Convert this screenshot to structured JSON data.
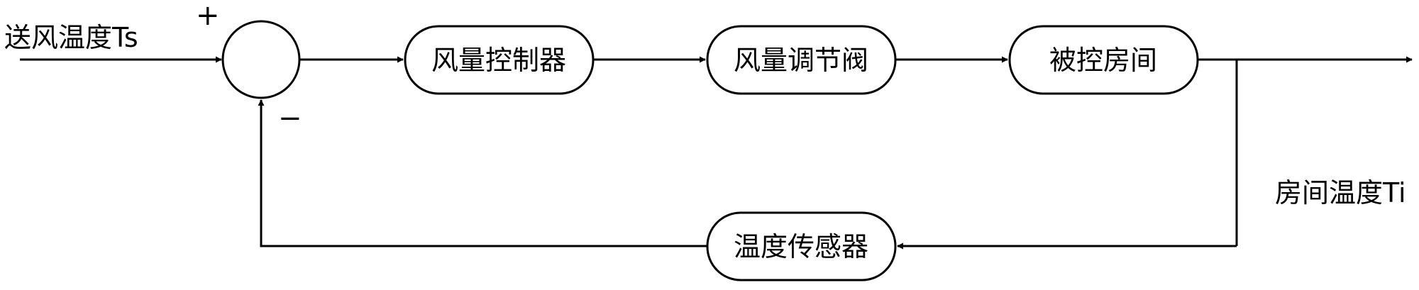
{
  "input_label": "送风温度Ts",
  "output_label": "房间温度Ti",
  "plus_sign": "+",
  "minus_sign": "−",
  "blocks": {
    "controller": "风量控制器",
    "valve": "风量调节阀",
    "room": "被控房间",
    "sensor": "温度传感器"
  }
}
